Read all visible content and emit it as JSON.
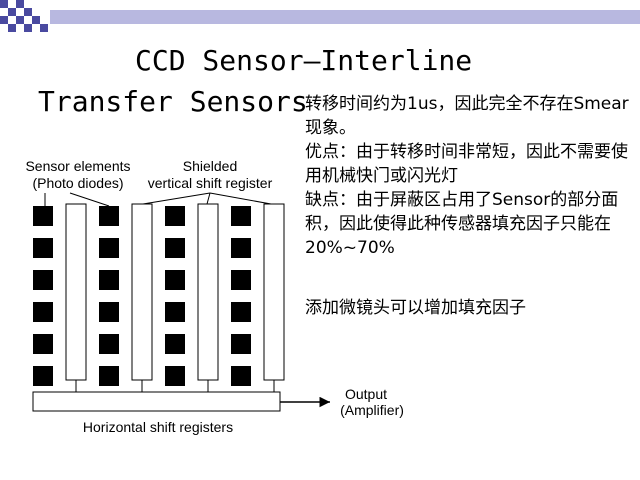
{
  "slide": {
    "title_line_1": "CCD Sensor—Interline",
    "title_line_2": "Transfer Sensors",
    "description": [
      "转移时间约为1us，因此完全不存在Smear现象。",
      "优点：由于转移时间非常短，因此不需要使用机械快门或闪光灯",
      "缺点：由于屏蔽区占用了Sensor的部分面积，因此使得此种传感器填充因子只能在20%~70%"
    ],
    "note": "添加微镜头可以增加填充因子"
  },
  "diagram": {
    "label_sensor_elements_1": "Sensor elements",
    "label_sensor_elements_2": "(Photo diodes)",
    "label_shielded_1": "Shielded",
    "label_shielded_2": "vertical shift register",
    "label_output_1": "Output",
    "label_output_2": "(Amplifier)",
    "label_horizontal": "Horizontal shift registers",
    "columns": 4,
    "rows": 6
  },
  "colors": {
    "band_dark": "#4a4aa0",
    "band_light": "#b8b8e0",
    "photodiode": "#000000",
    "register": "#ffffff",
    "line": "#000000"
  }
}
